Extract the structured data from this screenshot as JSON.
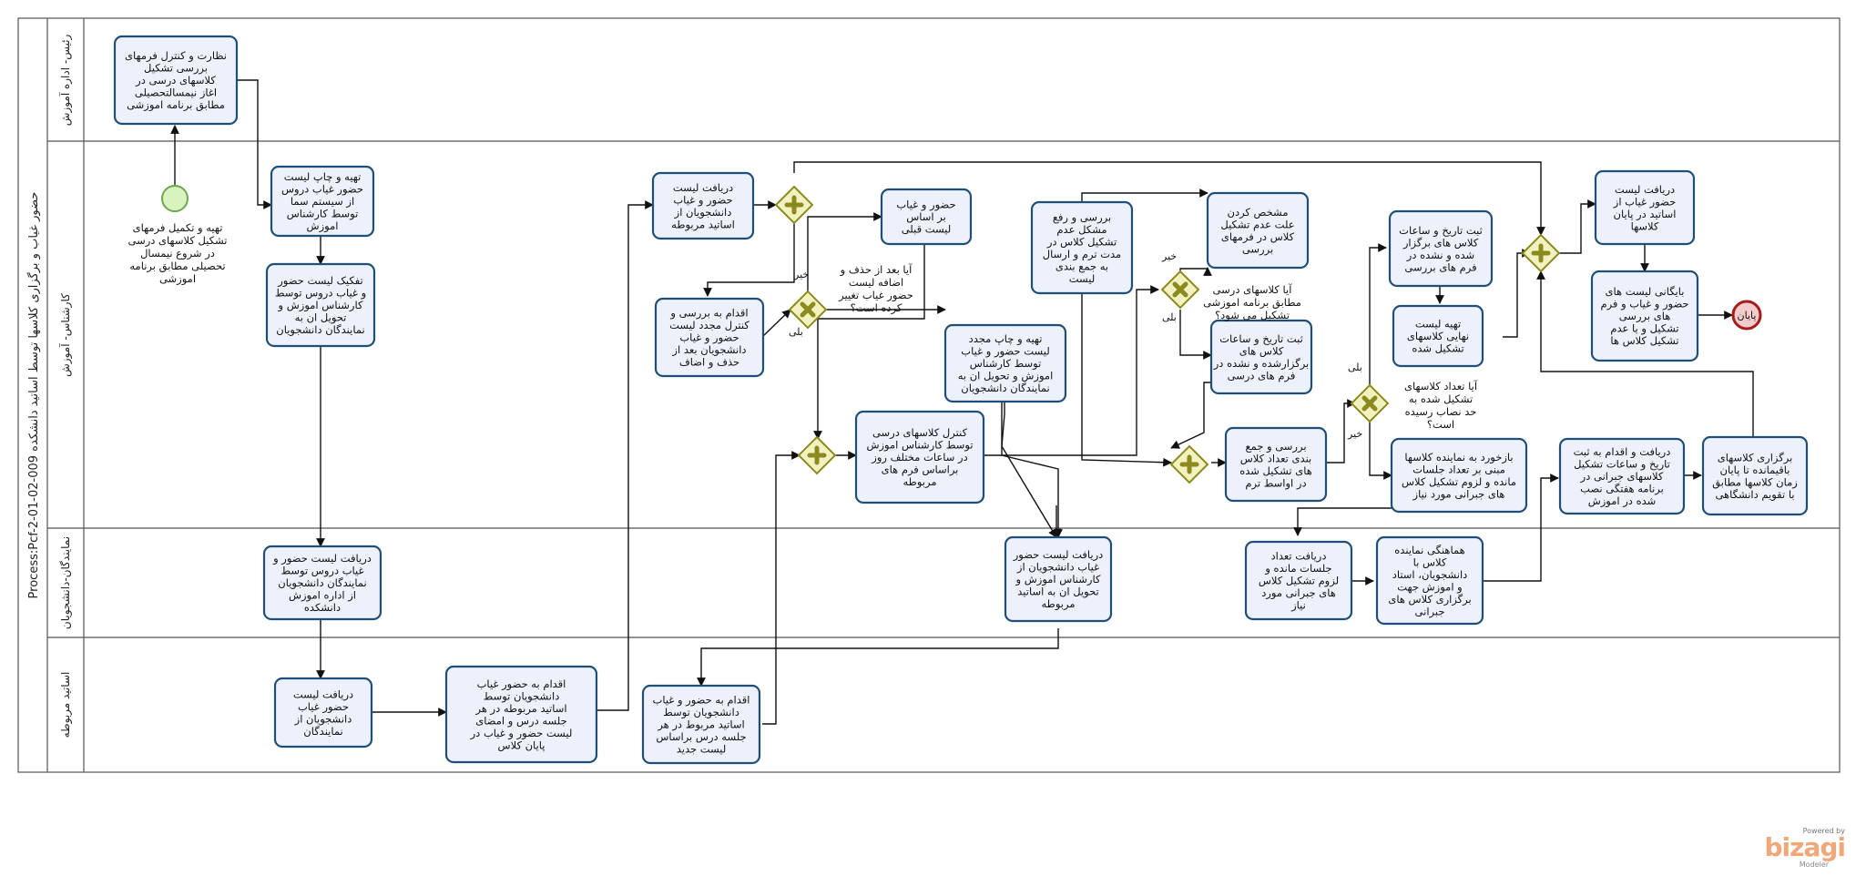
{
  "pool": {
    "title": "Process:Pcf-2-01-02-009 حضور غیاب و برگزاری کلاسها توسط اساتید دانشکده"
  },
  "lanes": [
    {
      "label": "رئیس- اداره آموزش"
    },
    {
      "label": "کارشناس- آموزش"
    },
    {
      "label": "نمایندگان-دانشجویان"
    },
    {
      "label": "اساتید مربوطه"
    }
  ],
  "start_event": {
    "label": [
      "تهیه و تکمیل فرمهای",
      "تشکیل کلاسهای درسی",
      "در شروع نیمسال",
      "تحصیلی مطابق برنامه",
      "اموزشی"
    ]
  },
  "end_event": {
    "label": "پایان"
  },
  "tasks": [
    {
      "id": "t1",
      "lines": [
        "نظارت و کنترل فرمهای",
        "بررسی تشکیل",
        "کلاسهای درسی در",
        "اغاز نیمسالتحصیلی",
        "مطابق برنامه اموزشی"
      ]
    },
    {
      "id": "t2",
      "lines": [
        "تهیه و چاپ لیست",
        "حضور غیاب دروس",
        "از سیستم سما",
        "توسط کارشناس",
        "اموزش"
      ]
    },
    {
      "id": "t3",
      "lines": [
        "تفکیک لیست حضور",
        "و غیاب دروس توسط",
        "کارشناس اموزش و",
        "تحویل ان به",
        "نمایندگان دانشجویان"
      ]
    },
    {
      "id": "t4",
      "lines": [
        "دریافت لیست حضور و",
        "غیاب دروس توسط",
        "نمایندگان دانشجویان",
        "از اداره اموزش",
        "دانشکده"
      ]
    },
    {
      "id": "t5",
      "lines": [
        "دریافت لیست",
        "حضور غیاب",
        "دانشجویان از",
        "نمایندگان"
      ]
    },
    {
      "id": "t6",
      "lines": [
        "اقدام به حضور غیاب",
        "دانشجویان توسط",
        "اساتید مربوطه در هر",
        "جلسه درس و امضای",
        "لیست حضور و غیاب در",
        "پایان کلاس"
      ]
    },
    {
      "id": "t7",
      "lines": [
        "دریافت لیست",
        "حضور و غیاب",
        "دانشجویان از",
        "اساتید مربوطه"
      ]
    },
    {
      "id": "t8",
      "lines": [
        "اقدام به بررسی و",
        "کنترل مجدد لیست",
        "حضور و غیاب",
        "دانشجویان بعد از",
        "حذف و اضاف"
      ]
    },
    {
      "id": "t9",
      "lines": [
        "حضور و غیاب",
        "بر اساس",
        "لیست قبلی"
      ]
    },
    {
      "id": "t10",
      "lines": [
        "تهیه و چاپ مجدد",
        "لیست حضور و غیاب",
        "توسط کارشناس",
        "اموزش و تحویل ان به",
        "نمایندگان دانشجویان"
      ]
    },
    {
      "id": "t11",
      "lines": [
        "کنترل کلاسهای درسی",
        "توسط کارشناس اموزش",
        "در ساعات مختلف روز",
        "براساس فرم های",
        "مربوطه"
      ]
    },
    {
      "id": "t12",
      "lines": [
        "دریافت لیست حضور",
        "غیاب دانشجویان از",
        "کارشناس اموزش و",
        "تحویل ان به اساتید",
        "مربوطه"
      ]
    },
    {
      "id": "t13",
      "lines": [
        "اقدام به حضور و غیاب",
        "دانشجویان توسط",
        "اساتید مربوط در هر",
        "جلسه درس براساس",
        "لیست جدید"
      ]
    },
    {
      "id": "t14",
      "lines": [
        "بررسی و رفع",
        "مشکل عدم",
        "تشکیل کلاس در",
        "مدت ترم و ارسال",
        "به جمع بندی",
        "لیست"
      ]
    },
    {
      "id": "t15",
      "lines": [
        "مشخص کردن",
        "علت عدم تشکیل",
        "کلاس در فرمهای",
        "بررسی"
      ]
    },
    {
      "id": "t16",
      "lines": [
        "ثبت تاریخ و ساعات",
        "کلاس های",
        "برگزارشده و نشده در",
        "فرم های درسی"
      ]
    },
    {
      "id": "t17",
      "lines": [
        "بررسی و جمع",
        "بندی تعداد کلاس",
        "های تشکیل شده",
        "در اواسط ترم"
      ]
    },
    {
      "id": "t18",
      "lines": [
        "ثبت تاریخ و ساعات",
        "کلاس های برگزار",
        "شده و نشده در",
        "فرم های بررسی"
      ]
    },
    {
      "id": "t19",
      "lines": [
        "تهیه لیست",
        "نهایی کلاسهای",
        "تشکیل شده"
      ]
    },
    {
      "id": "t20",
      "lines": [
        "بازخورد به نماینده کلاسها",
        "مبنی بر تعداد جلسات",
        "مانده و لزوم تشکیل کلاس",
        "های جبرانی مورد نیاز"
      ]
    },
    {
      "id": "t21",
      "lines": [
        "دریافت تعداد",
        "جلسات مانده و",
        "لزوم تشکیل کلاس",
        "های جبرانی مورد",
        "نیاز"
      ]
    },
    {
      "id": "t22",
      "lines": [
        "هماهنگی نماینده",
        "کلاس با",
        "دانشجویان، استاد",
        "و اموزش جهت",
        "برگزاری کلاس های",
        "جبرانی"
      ]
    },
    {
      "id": "t23",
      "lines": [
        "دریافت و اقدام به ثبت",
        "تاریخ و ساعات تشکیل",
        "کلاسهای جبرانی در",
        "برنامه هفتگی نصب",
        "شده در اموزش"
      ]
    },
    {
      "id": "t24",
      "lines": [
        "برگزاری کلاسهای",
        "باقیمانده تا پایان",
        "زمان کلاسها مطابق",
        "با تقویم دانشگاهی"
      ]
    },
    {
      "id": "t25",
      "lines": [
        "دریافت لیست",
        "حضور غیاب از",
        "اساتید در پایان",
        "کلاسها"
      ]
    },
    {
      "id": "t26",
      "lines": [
        "بایگانی لیست های",
        "حضور و غیاب و فرم",
        "های بررسی",
        "تشکیل و یا عدم",
        "تشکیل کلاس ها"
      ]
    }
  ],
  "gateways": [
    {
      "id": "g1",
      "kind": "parallel"
    },
    {
      "id": "g2",
      "kind": "exclusive",
      "question": [
        "آیا بعد از حذف و",
        "اضافه لیست",
        "حضور غیاب تغییر",
        "کرده است؟"
      ],
      "yes": "بلی",
      "no": "خیر"
    },
    {
      "id": "g3",
      "kind": "parallel"
    },
    {
      "id": "g4",
      "kind": "exclusive",
      "question": [
        "آیا کلاسهای درسی",
        "مطابق برنامه اموزشی",
        "تشکیل می شود؟"
      ],
      "yes": "بلی",
      "no": "خیر"
    },
    {
      "id": "g5",
      "kind": "parallel"
    },
    {
      "id": "g6",
      "kind": "exclusive",
      "question": [
        "آیا تعداد کلاسهای",
        "تشکیل شده به",
        "حد نصاب رسیده",
        "است؟"
      ],
      "yes": "بلی",
      "no": "خیر"
    },
    {
      "id": "g7",
      "kind": "parallel"
    }
  ],
  "branding": {
    "powered_by": "Powered by",
    "name": "bizagi",
    "sub": "Modeler"
  },
  "colors": {
    "task_fill": "#edf1fb",
    "task_stroke": "#1f4f77",
    "gateway_fill": "#f2f2c0",
    "gateway_stroke": "#8c8a1f",
    "start_fill": "#d8f2c0",
    "start_stroke": "#6aa84f",
    "end_fill": "#f4cccc",
    "end_stroke": "#a61c1c"
  }
}
